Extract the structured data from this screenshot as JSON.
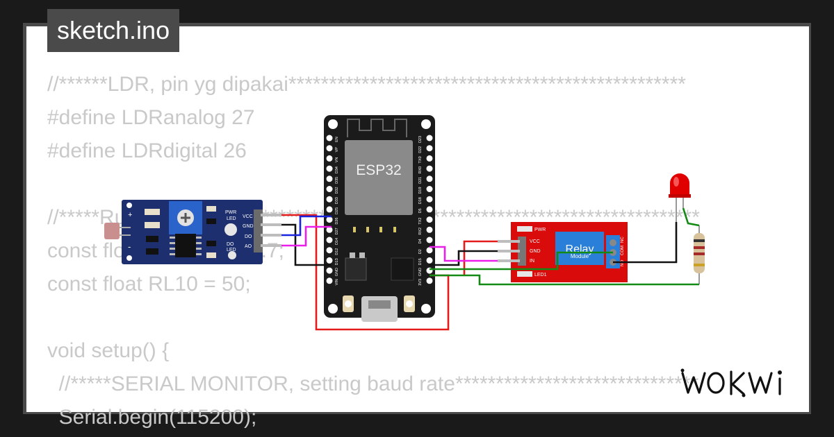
{
  "file_tab": {
    "label": "sketch.ino"
  },
  "code_lines": [
    "//******LDR, pin yg dipakai*************************************************",
    "#define LDRanalog 27",
    "#define LDRdigital 26",
    "",
    "//*****Rumus LDR************************************************************",
    "const float GAMMA = 0.7;",
    "const float RL10 = 50;",
    "",
    "void setup() {",
    "  //*****SERIAL MONITOR, setting baud rate******************************",
    "  Serial.begin(115200);"
  ],
  "esp32": {
    "chip_label": "ESP32",
    "left_pins": [
      "EN",
      "VP",
      "VN",
      "D34",
      "D35",
      "D32",
      "D33",
      "D25",
      "D26",
      "D27",
      "D14",
      "D12",
      "D13",
      "GND",
      "VIN"
    ],
    "right_pins": [
      "D23",
      "D22",
      "TX0",
      "RX0",
      "D21",
      "D19",
      "D18",
      "D5",
      "TX2",
      "RX2",
      "D4",
      "D2",
      "D15",
      "GND",
      "3V3"
    ]
  },
  "ldr_module": {
    "pins": [
      "VCC",
      "GND",
      "DO",
      "AO"
    ],
    "pwr_led_label": [
      "PWR",
      "LED"
    ],
    "do_led_label": [
      "DO",
      "LED"
    ]
  },
  "relay_module": {
    "title": "Relay",
    "subtitle": "Module",
    "pins": [
      "VCC",
      "GND",
      "IN"
    ],
    "pwr_label": "PWR",
    "led_label": "LED1",
    "terminals": [
      "NC",
      "COM",
      "NO"
    ]
  },
  "brand": {
    "logo_text": "WOKWi"
  },
  "colors": {
    "wire_red": "#e31b1b",
    "wire_black": "#111111",
    "wire_blue": "#1a24e0",
    "wire_magenta": "#e91ee9",
    "wire_green": "#138a13",
    "board_black": "#1b1b1b",
    "ldr_blue": "#1d2f6e",
    "relay_red": "#d90b0b",
    "relay_blue": "#2a7fd8",
    "led_red": "#e10000"
  }
}
